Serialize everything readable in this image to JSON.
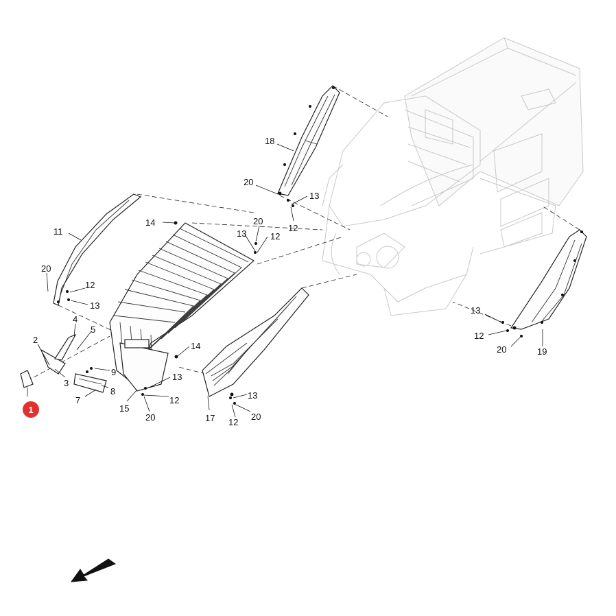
{
  "diagram": {
    "callouts": [
      "1",
      "2",
      "3",
      "4",
      "5",
      "7",
      "8",
      "9",
      "11",
      "12",
      "13",
      "14",
      "15",
      "17",
      "18",
      "19",
      "20"
    ],
    "highlight_badge": "1",
    "highlight_color": "#e0312f",
    "direction_arrow_icon": "arrow-down-left-icon"
  }
}
